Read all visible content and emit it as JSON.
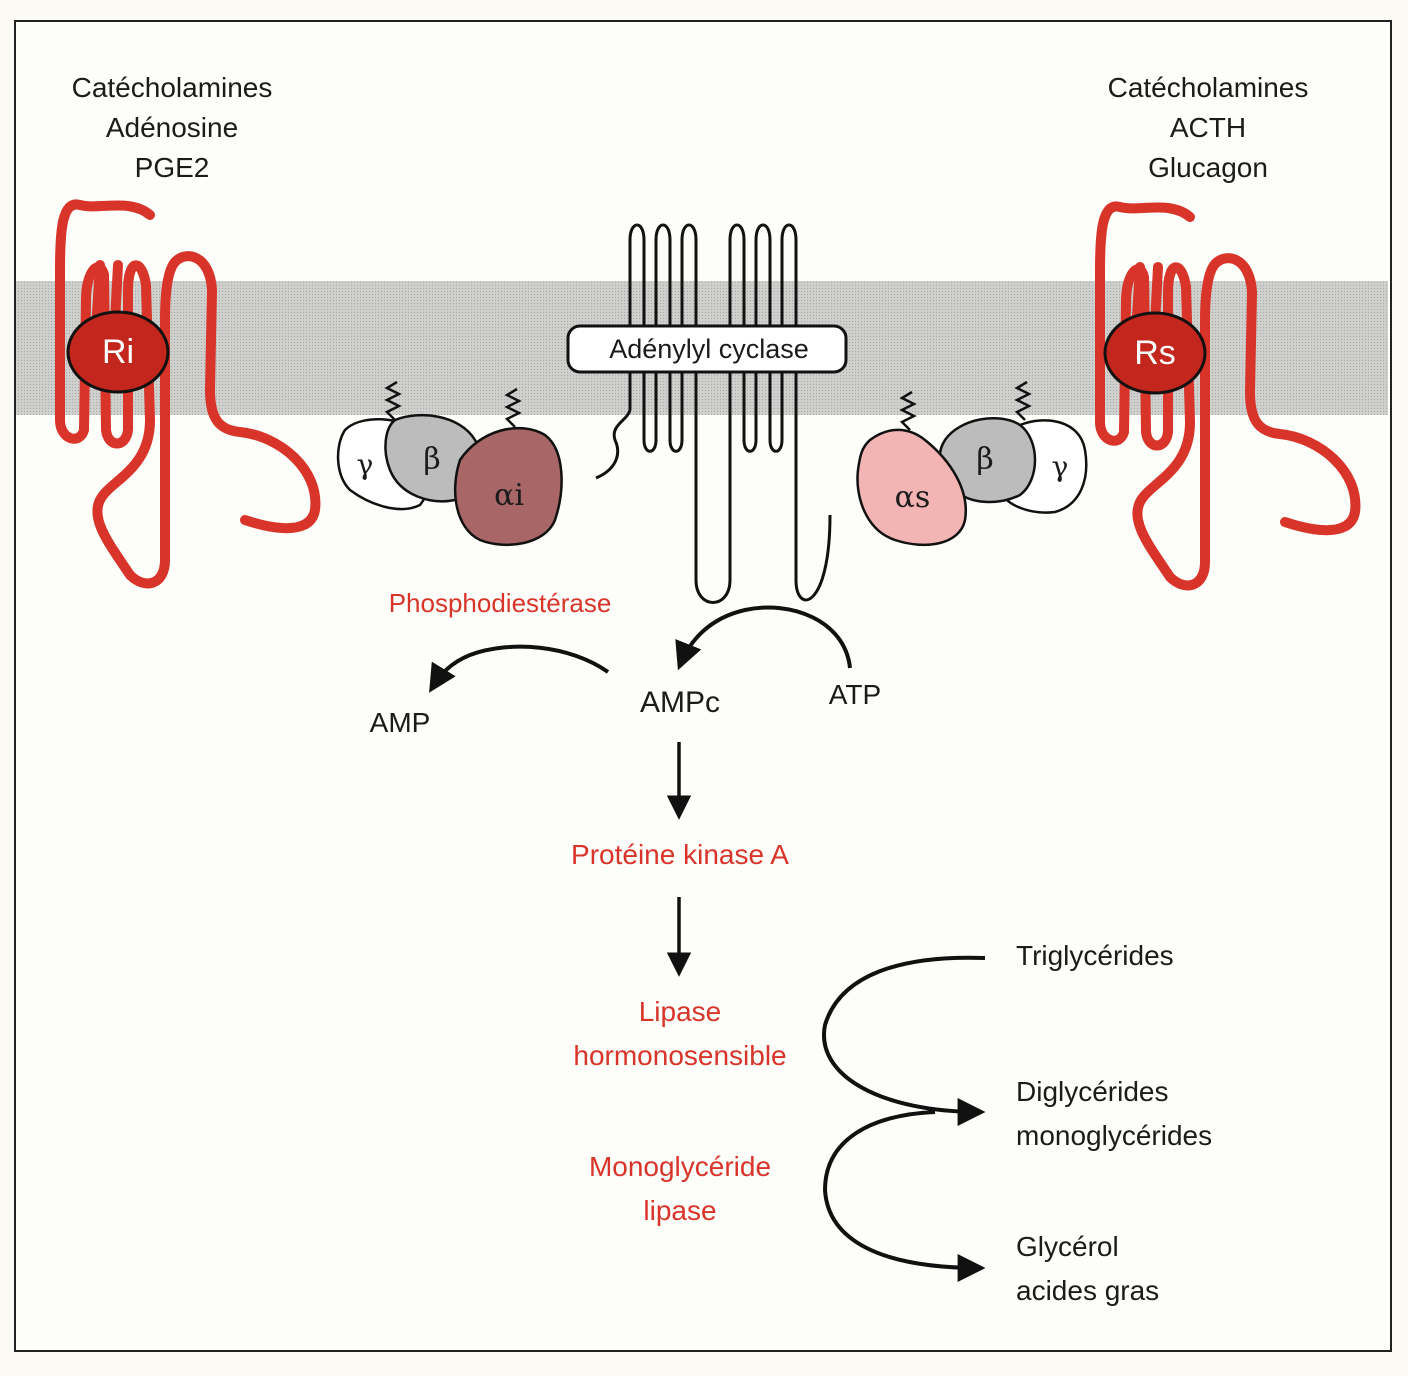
{
  "ligands_inhibitory": [
    "Catécholamines",
    "Adénosine",
    "PGE2"
  ],
  "ligands_stimulatory": [
    "Catécholamines",
    "ACTH",
    "Glucagon"
  ],
  "receptor_inhibitory": "Ri",
  "receptor_stimulatory": "Rs",
  "enzyme_adenylyl_cyclase": "Adénylyl cyclase",
  "g_protein_inhibitory": {
    "gamma": "γ",
    "beta": "β",
    "alpha": "αi"
  },
  "g_protein_stimulatory": {
    "alpha": "αs",
    "beta": "β",
    "gamma": "γ"
  },
  "phosphodiesterase": "Phosphodiestérase",
  "amp": "AMP",
  "ampc": "AMPc",
  "atp": "ATP",
  "pka": "Protéine kinase A",
  "lipase_hs": [
    "Lipase",
    "hormonosensible"
  ],
  "mg_lipase": [
    "Monoglycéride",
    "lipase"
  ],
  "triglycerides": "Triglycérides",
  "diglycerides": [
    "Diglycérides",
    "monoglycérides"
  ],
  "glycerol": [
    "Glycérol",
    "acides gras"
  ],
  "colors": {
    "receptor_red": "#d8342a",
    "receptor_badge": "#c3261d",
    "membrane_gray": "#c9c9c7",
    "alpha_i": "#a86666",
    "alpha_s": "#f3b4b4",
    "beta_gray": "#bcbcbc",
    "text_red": "#d8342a"
  }
}
